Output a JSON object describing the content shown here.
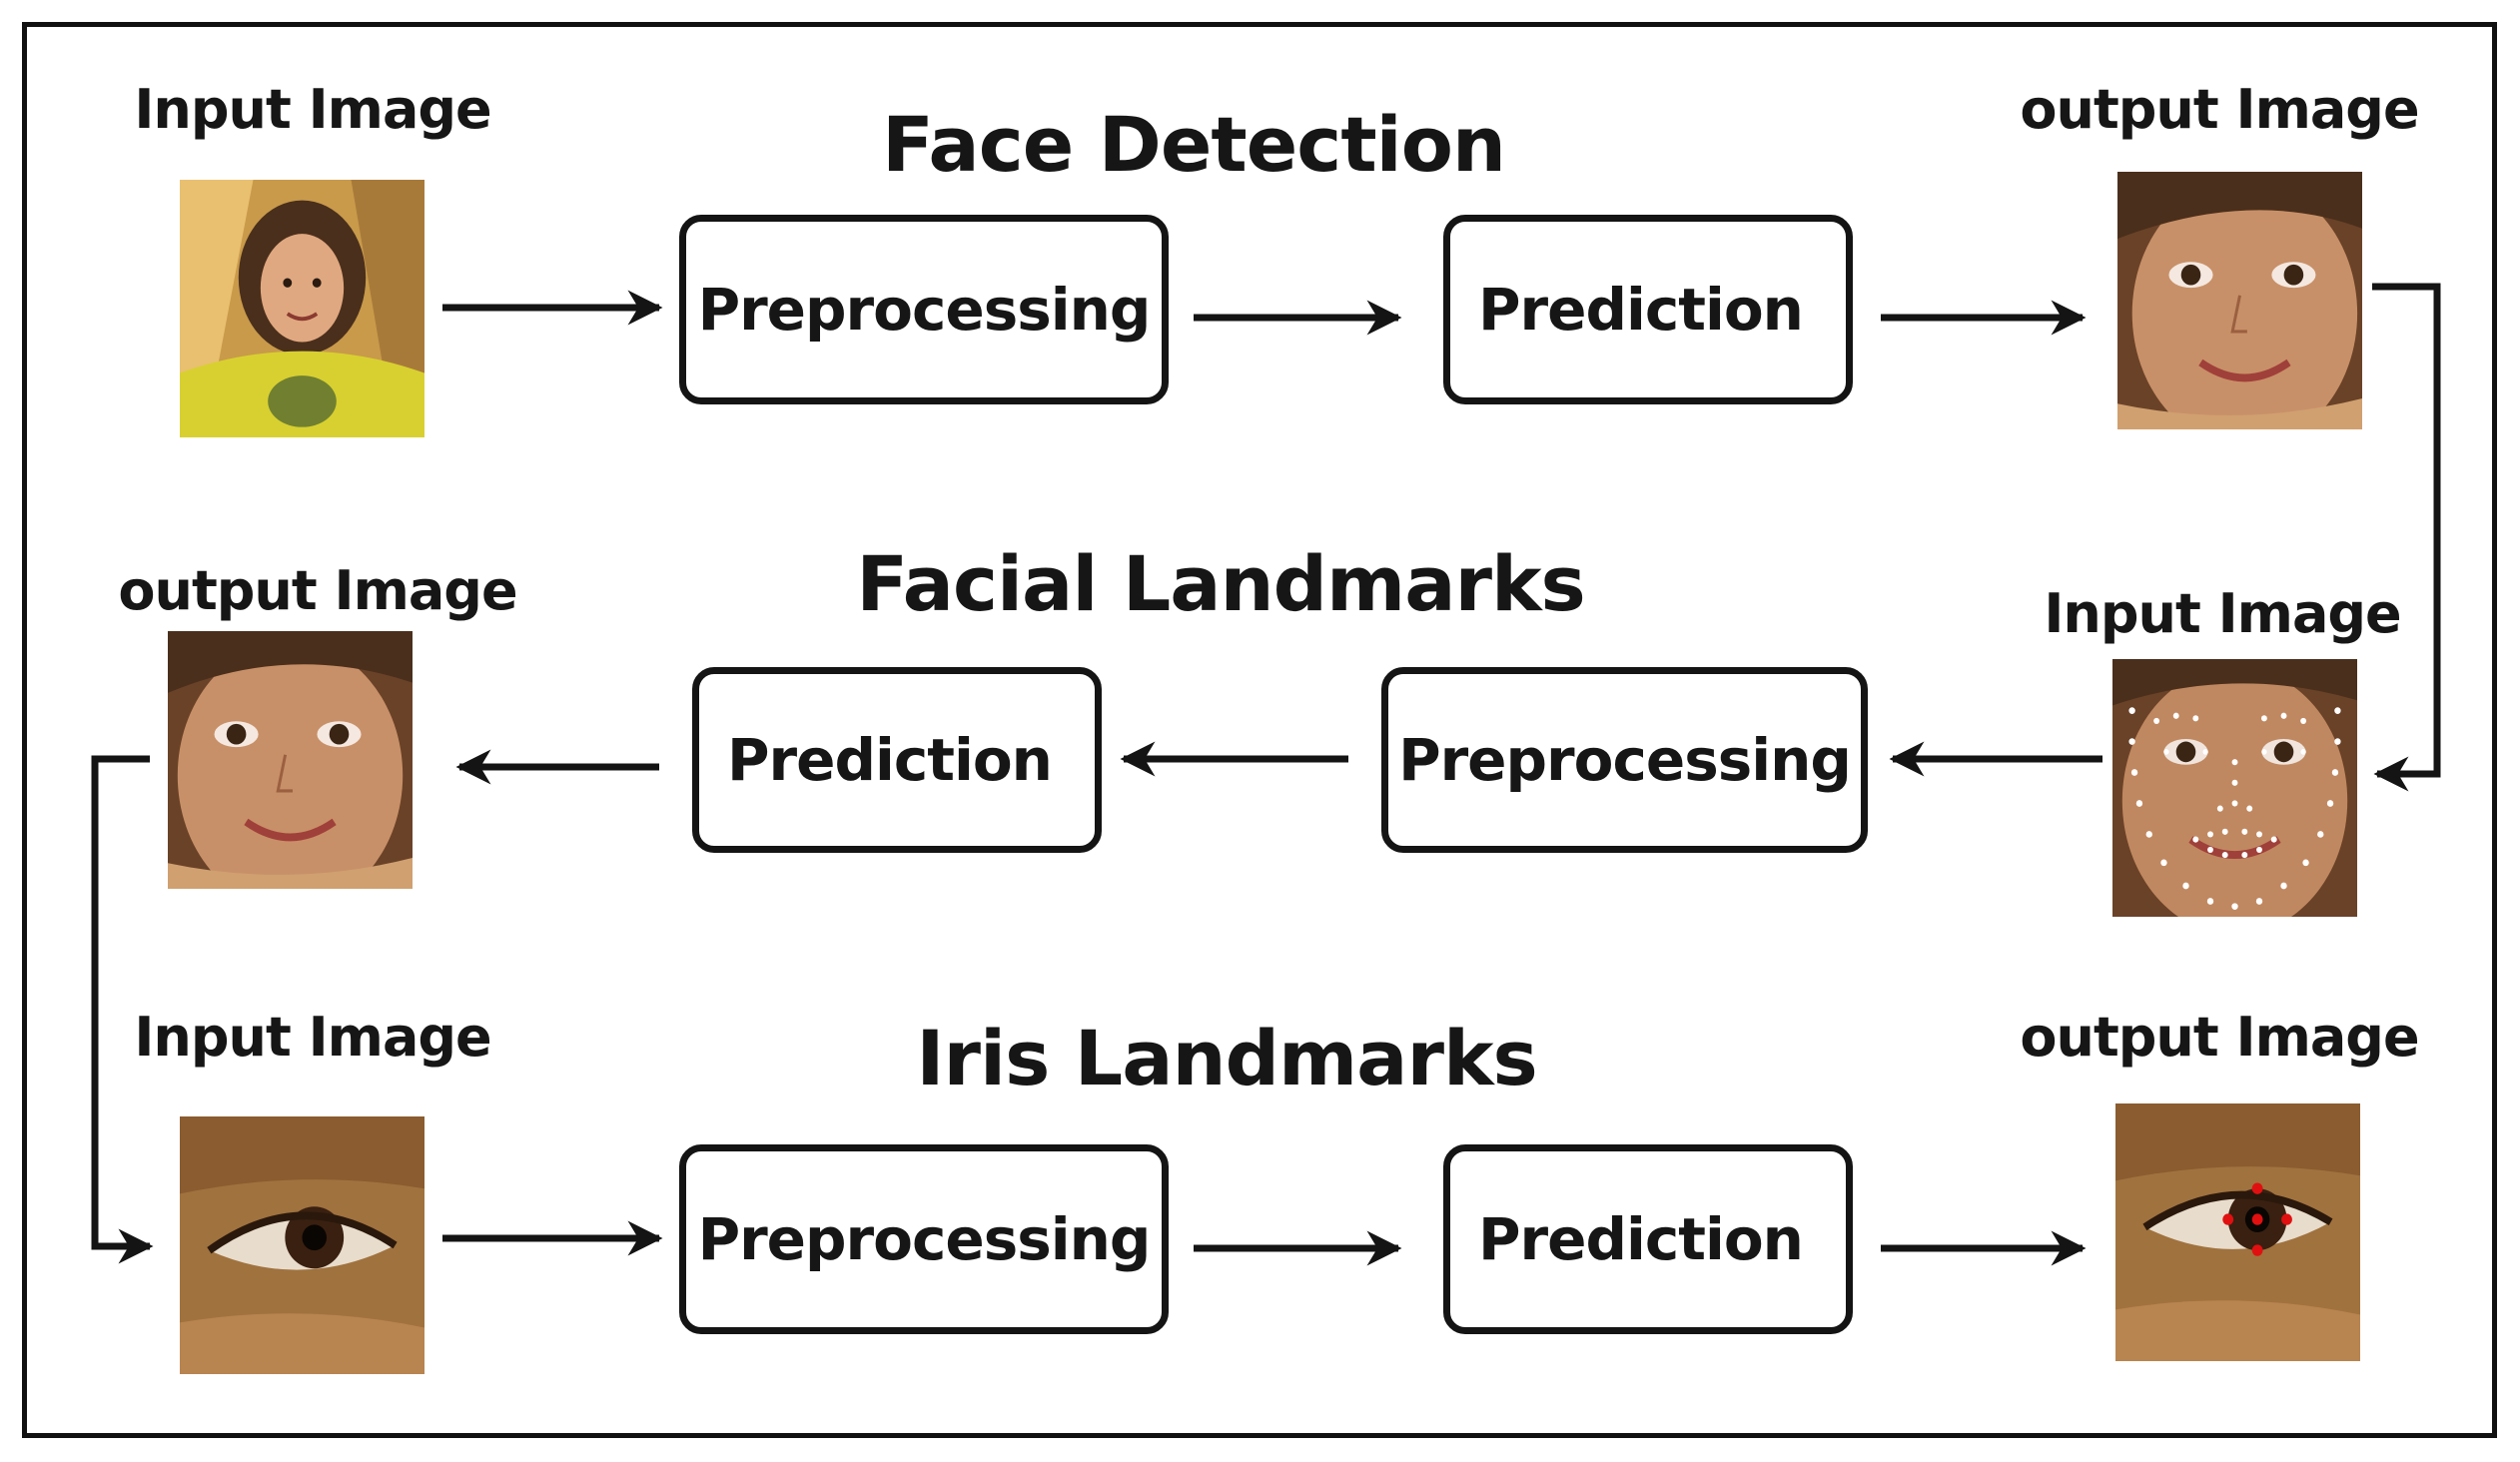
{
  "rows": {
    "face_detection": {
      "title": "Face Detection",
      "input_caption": "Input Image",
      "output_caption": "output Image",
      "step1": "Preprocessing",
      "step2": "Prediction"
    },
    "facial_landmarks": {
      "title": "Facial Landmarks",
      "input_caption": "Input Image",
      "output_caption": "output Image",
      "step1": "Preprocessing",
      "step2": "Prediction"
    },
    "iris_landmarks": {
      "title": "Iris Landmarks",
      "input_caption": "Input Image",
      "output_caption": "output Image",
      "step1": "Preprocessing",
      "step2": "Prediction"
    }
  },
  "colors": {
    "stroke": "#141414",
    "skin": "#b07a4a",
    "hair": "#4a2f1c",
    "landmark_dots": "#ffffff",
    "iris_dots": "#e01010",
    "yellow_shirt": "#d8d030"
  }
}
